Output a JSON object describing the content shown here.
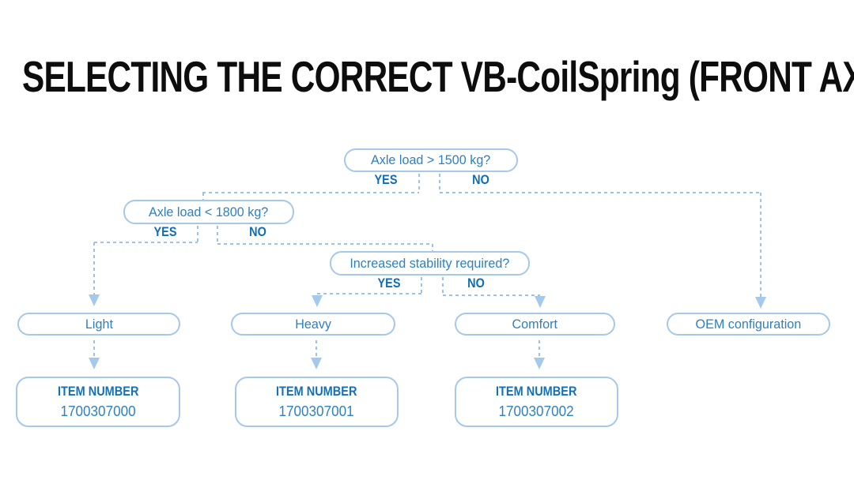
{
  "title": "SELECTING THE CORRECT VB-CoilSpring (FRONT AXLE)",
  "colors": {
    "title_text": "#0d0d0d",
    "box_border": "#a6c8e9",
    "box_text": "#2e80c1",
    "yes_no_text": "#0f6db6",
    "item_heading_text": "#1470b8",
    "dashed_line": "#9cc3e5",
    "arrow": "#a4c9eb",
    "background": "#ffffff"
  },
  "flowchart": {
    "decisions": [
      {
        "question": "Axle load > 1500 kg?",
        "yes": "YES",
        "no": "NO"
      },
      {
        "question": "Axle load < 1800 kg?",
        "yes": "YES",
        "no": "NO"
      },
      {
        "question": "Increased stability required?",
        "yes": "YES",
        "no": "NO"
      }
    ],
    "outcomes": [
      {
        "label": "Light"
      },
      {
        "label": "Heavy"
      },
      {
        "label": "Comfort"
      },
      {
        "label": "OEM configuration"
      }
    ],
    "items": [
      {
        "heading": "ITEM NUMBER",
        "number": "1700307000"
      },
      {
        "heading": "ITEM NUMBER",
        "number": "1700307001"
      },
      {
        "heading": "ITEM NUMBER",
        "number": "1700307002"
      }
    ]
  }
}
